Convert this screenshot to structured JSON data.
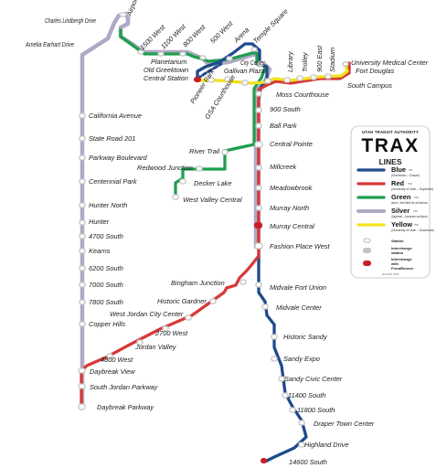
{
  "colors": {
    "blue": "#1f4a8c",
    "red": "#d63a3a",
    "green": "#1f9e4f",
    "silver": "#b0a9c4",
    "yellow": "#f2e21d",
    "station_fill": "#ffffff",
    "interchange": "#c4c4c4",
    "frontrunner": "#c81e2a"
  },
  "stations": {
    "charles_lindbergh": "Charles Lindbergh Drive",
    "amelia_earhart": "Amelia Earhart Drive",
    "airport": "Airport",
    "w1500": "1500 West",
    "w1100": "1100 West",
    "w800": "800 West",
    "w500": "500 West",
    "arena": "Arena",
    "temple_square": "Temple Square",
    "city_center": "City Center",
    "gallivan": "Gallivan Plaza",
    "library": "Library",
    "trolley": "Trolley",
    "e900": "900 East",
    "stadium": "Stadium",
    "university_medical": "University Medical Center",
    "fort_douglas": "Fort Douglas",
    "south_campus": "South Campus",
    "planetarium": "Planetarium",
    "old_greektown": "Old Greektown",
    "central_station": "Central Station",
    "pioneer_park": "Pioneer Park",
    "gsa_courthouse": "GSA Courthouse",
    "moss_courthouse": "Moss Courthouse",
    "s900": "900 South",
    "ball_park": "Ball Park",
    "central_pointe": "Central Pointe",
    "millcreek": "Millcreek",
    "meadowbrook": "Meadowbrook",
    "murray_north": "Murray North",
    "murray_central": "Murray Central",
    "fashion_place": "Fashion Place West",
    "midvale_fort_union": "Midvale Fort Union",
    "midvale_center": "Midvale Center",
    "historic_sandy": "Historic Sandy",
    "sandy_expo": "Sandy Expo",
    "sandy_civic": "Sandy Civic Center",
    "s11400": "11400 South",
    "s11800": "11800 South",
    "draper_town": "Draper Town Center",
    "highland": "Highland Drive",
    "s14600": "14600 South",
    "river_trail": "River Trail",
    "redwood_junction": "Redwood Junction",
    "decker_lake": "Decker Lake",
    "west_valley": "West Valley Central",
    "california_ave": "California Avenue",
    "sr201": "State Road 201",
    "parkway_blvd": "Parkway Boulevard",
    "centennial_park": "Centennial Park",
    "hunter_north": "Hunter North",
    "hunter": "Hunter",
    "s4700": "4700 South",
    "kearns": "Kearns",
    "s6200": "6200 South",
    "s7000": "7000 South",
    "s7800": "7800 South",
    "copper_hills": "Copper Hills",
    "bingham_junction": "Bingham Junction",
    "historic_gardner": "Historic Gardner",
    "wjc": "West Jordan City Center",
    "w2700": "2700 West",
    "jordan_valley": "Jordan Valley",
    "w4800": "4800 West",
    "daybreak_view": "Daybreak View",
    "south_jordan_pkwy": "South Jordan Parkway",
    "daybreak_pkwy": "Daybreak Parkway"
  },
  "legend": {
    "authority": "UTAH TRANSIT AUTHORITY",
    "title": "TRAX",
    "lines_heading": "LINES",
    "items": [
      {
        "name": "Blue",
        "code": "701",
        "desc": "(Downtown – Draper)",
        "color": "#1f4a8c"
      },
      {
        "name": "Red",
        "code": "703",
        "desc": "(University of Utah – Daybreak)",
        "color": "#d63a3a"
      },
      {
        "name": "Green",
        "code": "704",
        "desc": "(Airport – West Valley City via Downtown)",
        "color": "#1f9e4f"
      },
      {
        "name": "Silver",
        "code": "720",
        "desc": "(Daybreak – Downtown via Airport)",
        "color": "#b0a9c4"
      },
      {
        "name": "Yellow",
        "code": "750",
        "desc": "(University of Utah – Downtown)",
        "color": "#f2e21d"
      }
    ],
    "key_station": "Station",
    "key_interchange_1": "Interchange",
    "key_interchange_2": "station",
    "key_fr_1": "Interchange",
    "key_fr_2": "with",
    "key_fr_3": "FrontRunner",
    "date": "AUGUST 2016"
  }
}
